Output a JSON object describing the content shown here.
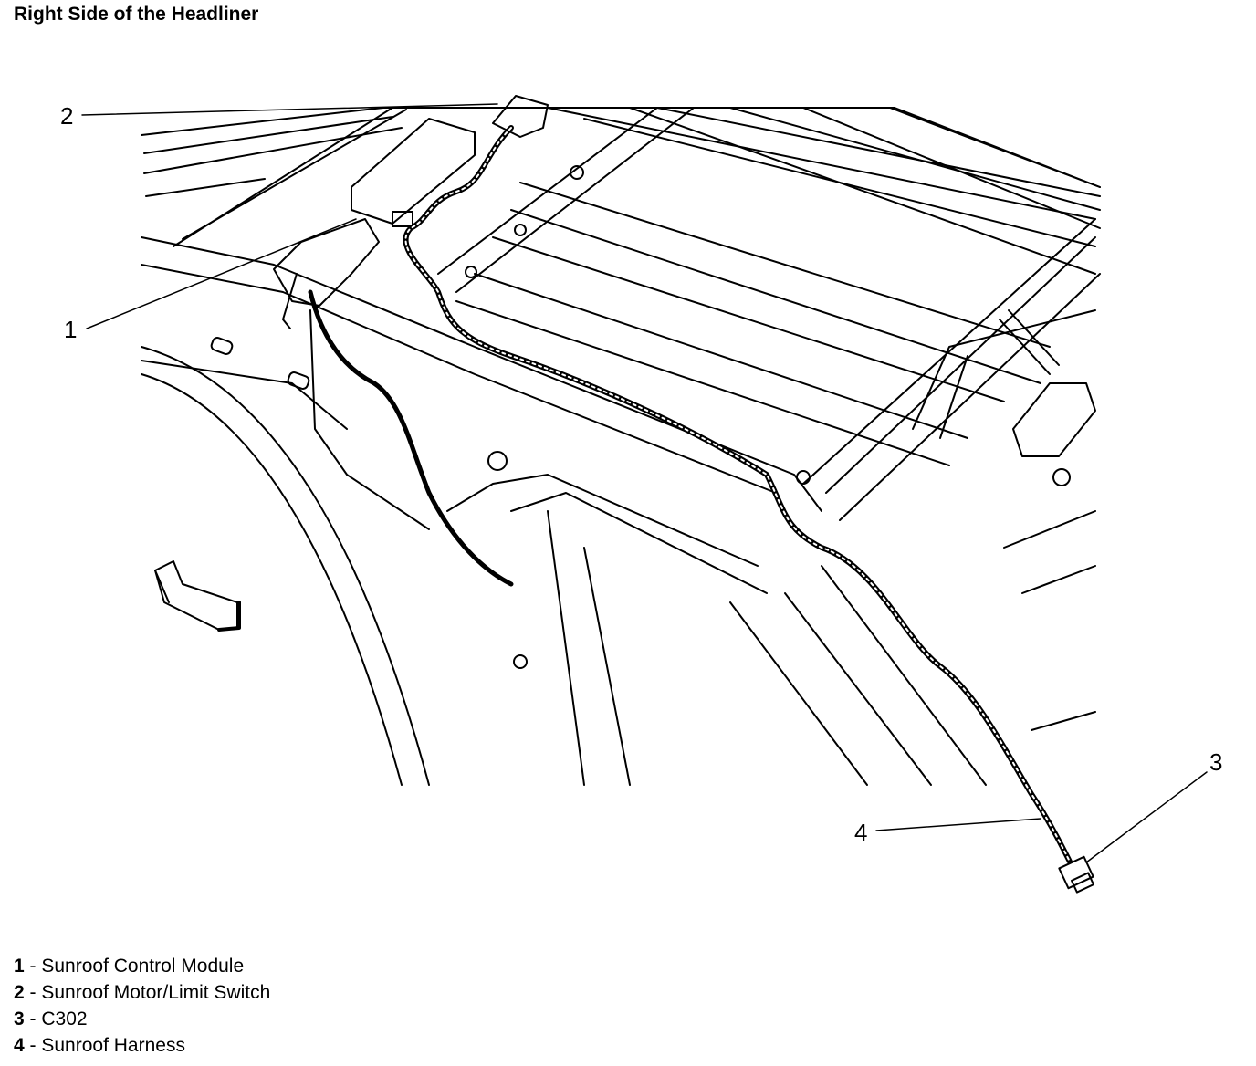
{
  "title": "Right Side of the Headliner",
  "callouts": [
    {
      "number": "1",
      "label": "Sunroof Control Module"
    },
    {
      "number": "2",
      "label": "Sunroof Motor/Limit Switch"
    },
    {
      "number": "3",
      "label": "C302"
    },
    {
      "number": "4",
      "label": "Sunroof Harness"
    }
  ],
  "legend_separator": " - ",
  "direction_arrow": "arrow-icon"
}
